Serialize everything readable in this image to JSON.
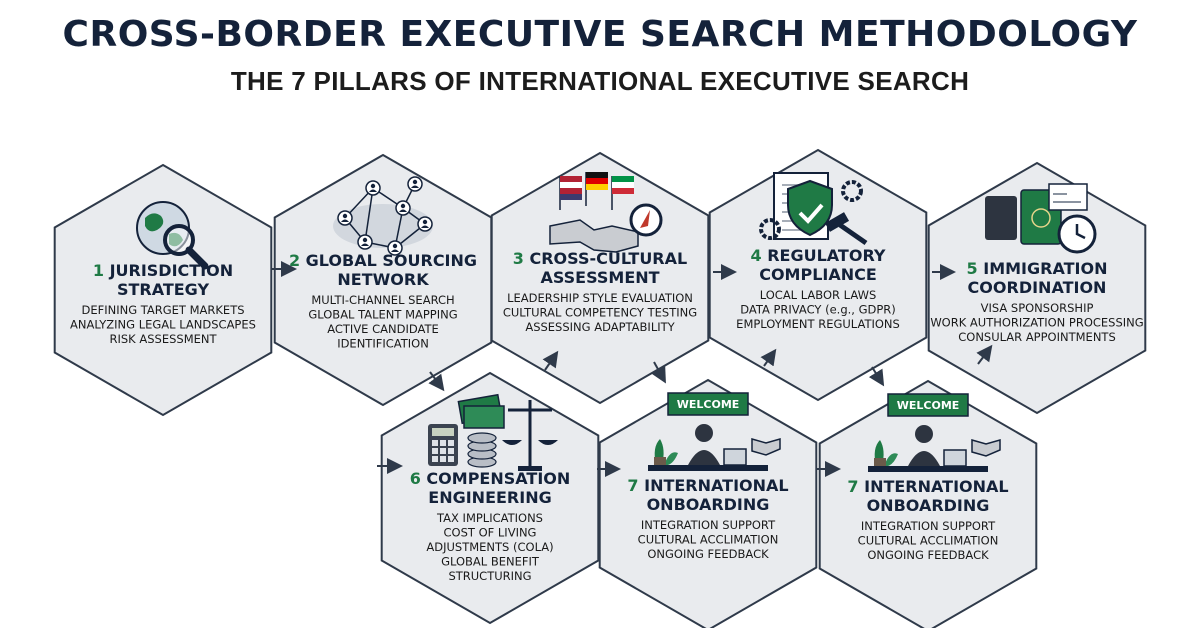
{
  "header": {
    "title": "CROSS-BORDER EXECUTIVE SEARCH METHODOLOGY",
    "subtitle": "THE 7 PILLARS OF INTERNATIONAL EXECUTIVE SEARCH"
  },
  "colors": {
    "navy": "#14223a",
    "green": "#1f7a45",
    "hex_fill": "#e9ebee",
    "hex_stroke": "#2f3a4a"
  },
  "pillars": [
    {
      "id": "jurisdiction-strategy",
      "number": "1",
      "title": [
        "JURISDICTION",
        "STRATEGY"
      ],
      "items": [
        "DEFINING TARGET MARKETS",
        "ANALYZING LEGAL LANDSCAPES",
        "RISK ASSESSMENT"
      ],
      "icon": "globe-magnifier-icon"
    },
    {
      "id": "global-sourcing-network",
      "number": "2",
      "title": [
        "GLOBAL SOURCING",
        "NETWORK"
      ],
      "items": [
        "MULTI-CHANNEL SEARCH",
        "GLOBAL TALENT MAPPING",
        "ACTIVE CANDIDATE",
        "IDENTIFICATION"
      ],
      "icon": "network-map-icon"
    },
    {
      "id": "cross-cultural-assessment",
      "number": "3",
      "title": [
        "CROSS-CULTURAL",
        "ASSESSMENT"
      ],
      "items": [
        "LEADERSHIP STYLE EVALUATION",
        "CULTURAL COMPETENCY TESTING",
        "ASSESSING ADAPTABILITY"
      ],
      "icon": "flags-handshake-icon"
    },
    {
      "id": "regulatory-compliance",
      "number": "4",
      "title": [
        "REGULATORY",
        "COMPLIANCE"
      ],
      "items": [
        "LOCAL LABOR LAWS",
        "DATA PRIVACY (e.g., GDPR)",
        "EMPLOYMENT REGULATIONS"
      ],
      "icon": "shield-gavel-icon"
    },
    {
      "id": "immigration-coordination",
      "number": "5",
      "title": [
        "IMMIGRATION",
        "COORDINATION"
      ],
      "items": [
        "VISA SPONSORSHIP",
        "WORK AUTHORIZATION PROCESSING",
        "CONSULAR APPOINTMENTS"
      ],
      "icon": "passport-visa-icon"
    },
    {
      "id": "compensation-engineering",
      "number": "6",
      "title": [
        "COMPENSATION",
        "ENGINEERING"
      ],
      "items": [
        "TAX IMPLICATIONS",
        "COST OF LIVING",
        "ADJUSTMENTS (COLA)",
        "GLOBAL BENEFIT",
        "STRUCTURING"
      ],
      "icon": "calculator-scale-icon"
    },
    {
      "id": "international-onboarding-a",
      "number": "7",
      "title": [
        "INTERNATIONAL",
        "ONBOARDING"
      ],
      "items": [
        "INTEGRATION SUPPORT",
        "CULTURAL ACCLIMATION",
        "ONGOING FEEDBACK"
      ],
      "icon": "welcome-desk-icon",
      "banner": "WELCOME"
    },
    {
      "id": "international-onboarding-b",
      "number": "7",
      "title": [
        "INTERNATIONAL",
        "ONBOARDING"
      ],
      "items": [
        "INTEGRATION SUPPORT",
        "CULTURAL ACCLIMATION",
        "ONGOING FEEDBACK"
      ],
      "icon": "welcome-desk-icon",
      "banner": "WELCOME"
    }
  ]
}
